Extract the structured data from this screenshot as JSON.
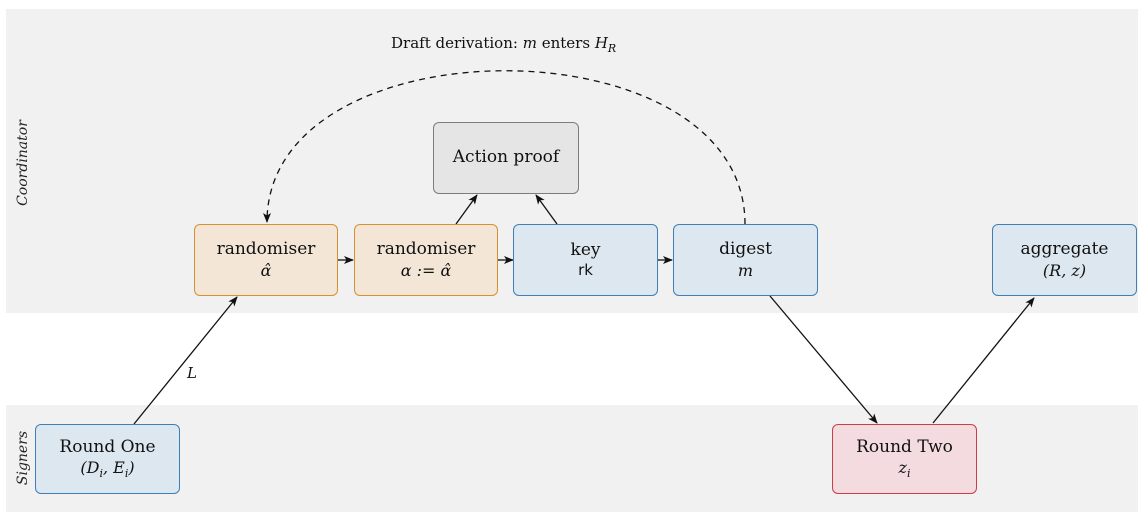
{
  "lanes": {
    "coordinator": "Coordinator",
    "signers": "Signers"
  },
  "annotations": {
    "draft_prefix": "Draft derivation:",
    "draft_m": "m",
    "draft_enters": "enters",
    "draft_H": "H",
    "draft_sub": "R",
    "edge_L": "L"
  },
  "nodes": {
    "rand_hat": {
      "title": "randomiser",
      "value": "α̂"
    },
    "rand_assign": {
      "title": "randomiser",
      "value": "α := α̂"
    },
    "key": {
      "title": "key",
      "value": "rk"
    },
    "digest": {
      "title": "digest",
      "value": "m"
    },
    "aggregate": {
      "title": "aggregate",
      "value": "(R, z)"
    },
    "action": {
      "title": "Action proof"
    },
    "round_one": {
      "title": "Round One",
      "value_main": "(D",
      "value_i1": "i",
      "value_mid": ", E",
      "value_i2": "i",
      "value_end": ")"
    },
    "round_two": {
      "title": "Round Two",
      "value_main": "z",
      "value_sub": "i"
    }
  },
  "colors": {
    "orange_fill": "#f3e6d7",
    "orange_stroke": "#d7902f",
    "blue_fill": "#dde7ef",
    "blue_stroke": "#3f7fb6",
    "gray_fill": "#e5e5e5",
    "gray_stroke": "#7d7d7d",
    "red_fill": "#f3dbdf",
    "red_stroke": "#cf3b46"
  }
}
